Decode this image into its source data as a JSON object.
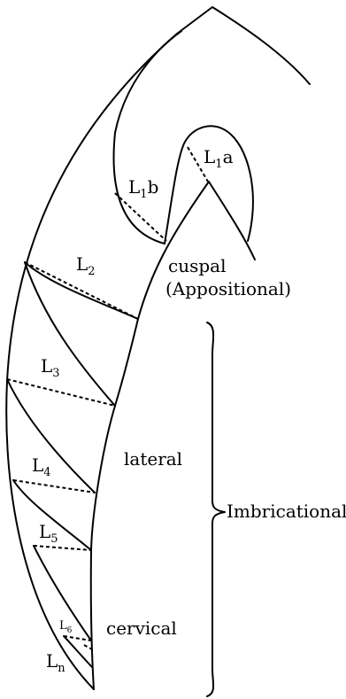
{
  "labels": {
    "l1a": {
      "base": "L",
      "sub": "1",
      "suffix": "a"
    },
    "l1b": {
      "base": "L",
      "sub": "1",
      "suffix": "b"
    },
    "l2": {
      "base": "L",
      "sub": "2"
    },
    "l3": {
      "base": "L",
      "sub": "3"
    },
    "l4": {
      "base": "L",
      "sub": "4"
    },
    "l5": {
      "base": "L",
      "sub": "5"
    },
    "l6": {
      "base": "L",
      "sub": "6"
    },
    "ln": {
      "base": "L",
      "sub": "n"
    }
  },
  "regions": {
    "cuspal": "cuspal",
    "appositional": "(Appositional)",
    "lateral": "lateral",
    "cervical": "cervical",
    "imbricational": "Imbricational"
  }
}
